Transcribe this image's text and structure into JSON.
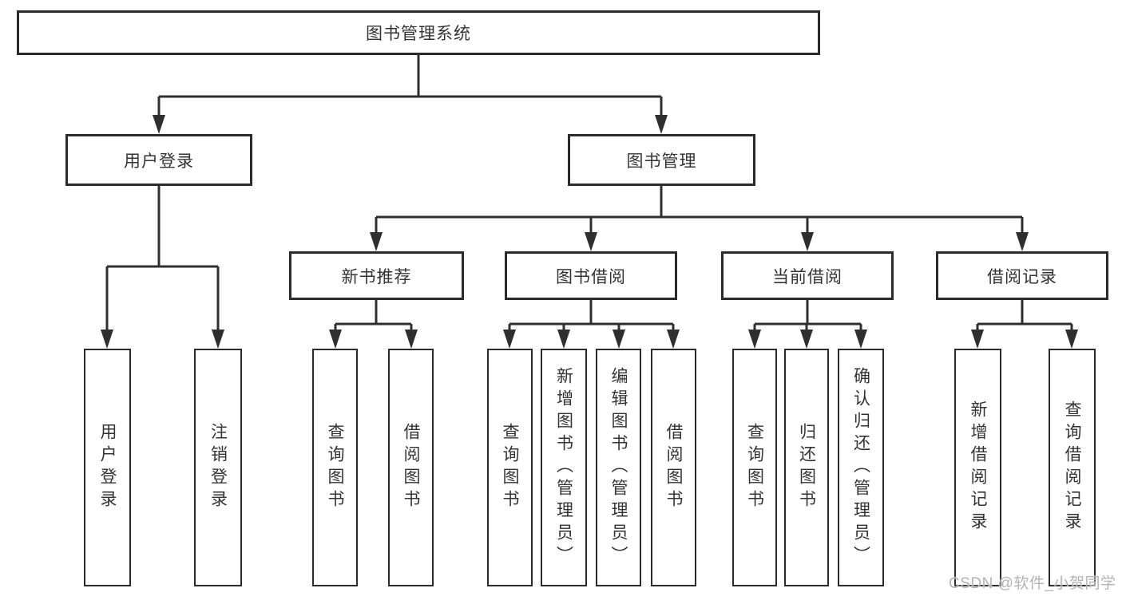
{
  "diagram": {
    "title": "图书管理系统",
    "user_login": {
      "label": "用户登录",
      "children": [
        "用户登录",
        "注销登录"
      ]
    },
    "book_management": {
      "label": "图书管理",
      "sections": [
        {
          "label": "新书推荐",
          "children": [
            "查询图书",
            "借阅图书"
          ]
        },
        {
          "label": "图书借阅",
          "children": [
            "查询图书",
            "新增图书（管理员）",
            "编辑图书（管理员）",
            "借阅图书"
          ]
        },
        {
          "label": "当前借阅",
          "children": [
            "查询图书",
            "归还图书",
            "确认归还（管理员）"
          ]
        },
        {
          "label": "借阅记录",
          "children": [
            "新增借阅记录",
            "查询借阅记录"
          ]
        }
      ]
    }
  },
  "watermark": {
    "text": "CSDN @软件_小贺同学"
  },
  "colors": {
    "line": "#2f2f2f",
    "box_border": "#2b2b2b",
    "text": "#333333",
    "watermark": "#b3b3b3",
    "background": "#ffffff"
  }
}
